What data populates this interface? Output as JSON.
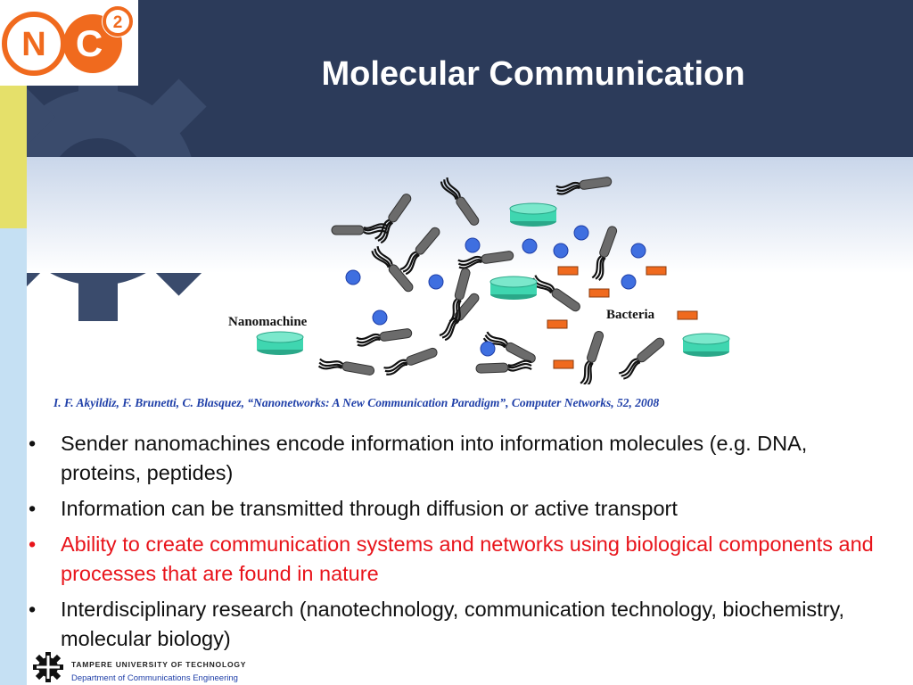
{
  "slide": {
    "title": "Molecular Communication",
    "logo": {
      "letter_n": "N",
      "letter_c": "C",
      "superscript": "2",
      "color": "#f06a1e"
    },
    "figure": {
      "label_nanomachine": "Nanomachine",
      "label_bacteria": "Bacteria"
    },
    "citation": "I. F. Akyildiz, F. Brunetti, C. Blasquez, “Nanonetworks: A New Communication Paradigm”, Computer Networks, 52, 2008",
    "bullets": [
      {
        "text": "Sender nanomachines encode information into information molecules (e.g. DNA, proteins, peptides)"
      },
      {
        "text": "Information can be transmitted through diffusion or active transport"
      },
      {
        "text": "Ability to create communication systems and networks using biological components and processes that are found in nature",
        "color": "#e8141b"
      },
      {
        "text": "Interdisciplinary research (nanotechnology, communication technology, biochemistry, molecular biology)"
      }
    ],
    "footer": {
      "university": "TAMPERE UNIVERSITY OF TECHNOLOGY",
      "department": "Department of Communications Engineering"
    },
    "colors": {
      "header": "#2c3b5a",
      "citation": "#1f3fa8",
      "highlight": "#e8141b",
      "molecule": "#3f6fe0",
      "peptide": "#f06a1e",
      "nanomachine": "#3fd6b0"
    }
  }
}
